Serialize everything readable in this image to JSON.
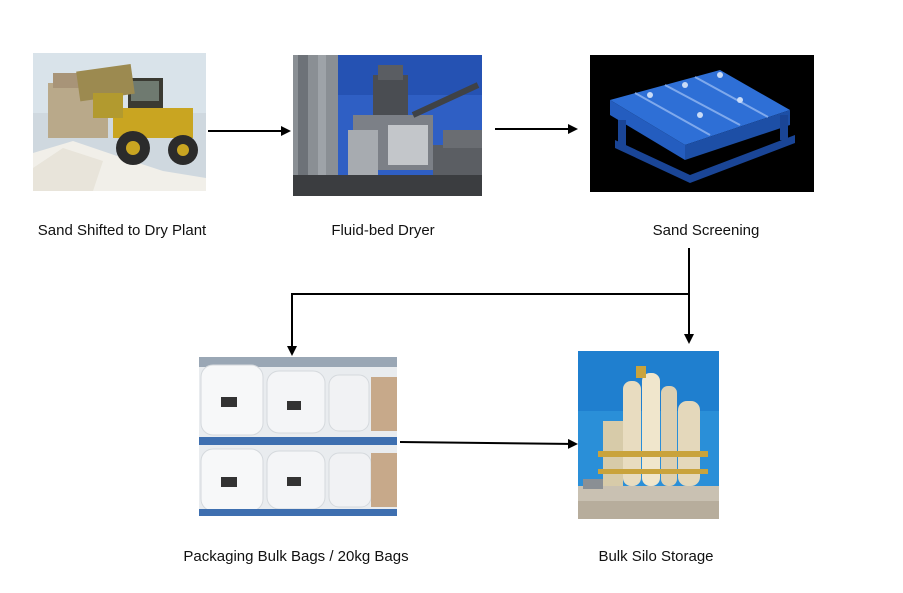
{
  "stages": [
    {
      "id": "sand-shift",
      "label": "Sand Shifted to Dry Plant",
      "image": "wheel-loader-photo"
    },
    {
      "id": "dryer",
      "label": "Fluid-bed Dryer",
      "image": "fluid-bed-dryer-photo"
    },
    {
      "id": "screening",
      "label": "Sand Screening",
      "image": "vibrating-screen-photo"
    },
    {
      "id": "packaging",
      "label": "Packaging Bulk Bags / 20kg Bags",
      "image": "bulk-bags-photo"
    },
    {
      "id": "silo",
      "label": "Bulk Silo Storage",
      "image": "silo-plant-photo"
    }
  ],
  "flows": [
    {
      "from": "sand-shift",
      "to": "dryer"
    },
    {
      "from": "dryer",
      "to": "screening"
    },
    {
      "from": "screening",
      "to": "packaging"
    },
    {
      "from": "screening",
      "to": "silo"
    },
    {
      "from": "packaging",
      "to": "silo"
    }
  ]
}
